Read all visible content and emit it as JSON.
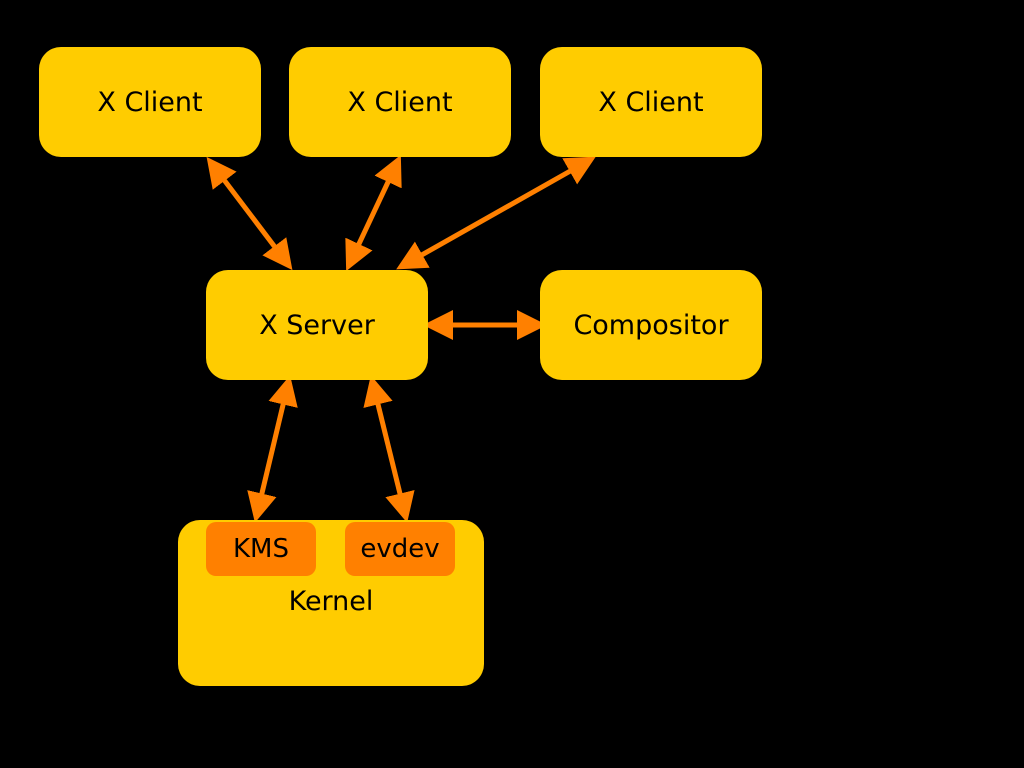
{
  "colors": {
    "background": "#000000",
    "box_fill": "#ffcc00",
    "chip_fill": "#ff8000",
    "arrow": "#ff8000",
    "text": "#000000"
  },
  "nodes": {
    "client_1": "X Client",
    "client_2": "X Client",
    "client_3": "X Client",
    "server": "X Server",
    "compositor": "Compositor",
    "kernel": {
      "label": "Kernel",
      "kms": "KMS",
      "evdev": "evdev"
    }
  },
  "connections": [
    {
      "from": "X Client",
      "to": "X Server",
      "direction": "bidirectional"
    },
    {
      "from": "X Client",
      "to": "X Server",
      "direction": "bidirectional"
    },
    {
      "from": "X Client",
      "to": "X Server",
      "direction": "bidirectional"
    },
    {
      "from": "X Server",
      "to": "Compositor",
      "direction": "bidirectional"
    },
    {
      "from": "X Server",
      "to": "KMS",
      "direction": "bidirectional"
    },
    {
      "from": "X Server",
      "to": "evdev",
      "direction": "bidirectional"
    }
  ]
}
